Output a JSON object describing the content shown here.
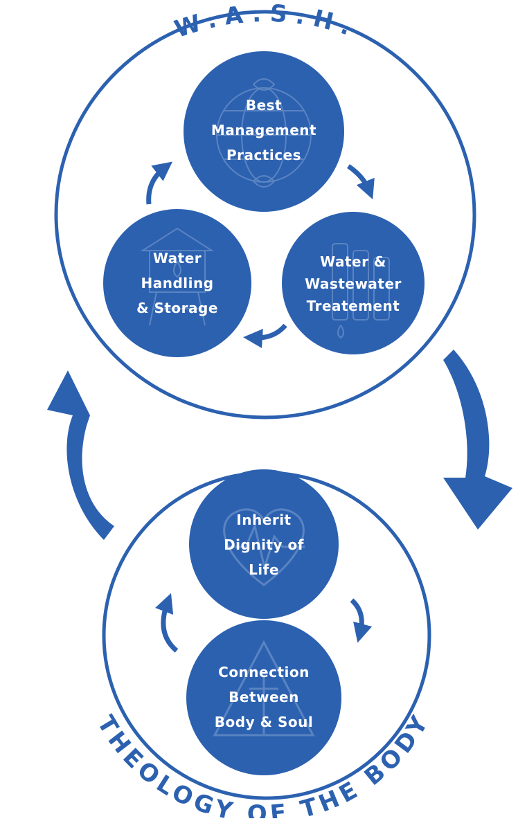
{
  "colors": {
    "primary": "#2c61b0",
    "node_fill": "#2c61b0",
    "ring_stroke": "#2c61b0",
    "label_text": "#ffffff",
    "background": "#ffffff"
  },
  "top_cycle": {
    "arc_title": "W.A.S.H.",
    "nodes": [
      {
        "lines": [
          "Best",
          "Management",
          "Practices"
        ],
        "icon": "globe-leaves-icon"
      },
      {
        "lines": [
          "Water &",
          "Wastewater",
          "Treatement"
        ],
        "icon": "water-treatment-icon"
      },
      {
        "lines": [
          "Water",
          "Handling",
          "& Storage"
        ],
        "icon": "water-tower-icon"
      }
    ]
  },
  "bottom_cycle": {
    "arc_title": "THEOLOGY OF THE BODY",
    "nodes": [
      {
        "lines": [
          "Inherit",
          "Dignity of",
          "Life"
        ],
        "icon": "heartbeat-icon"
      },
      {
        "lines": [
          "Connection",
          "Between",
          "Body & Soul"
        ],
        "icon": "triangle-cross-icon"
      }
    ]
  }
}
